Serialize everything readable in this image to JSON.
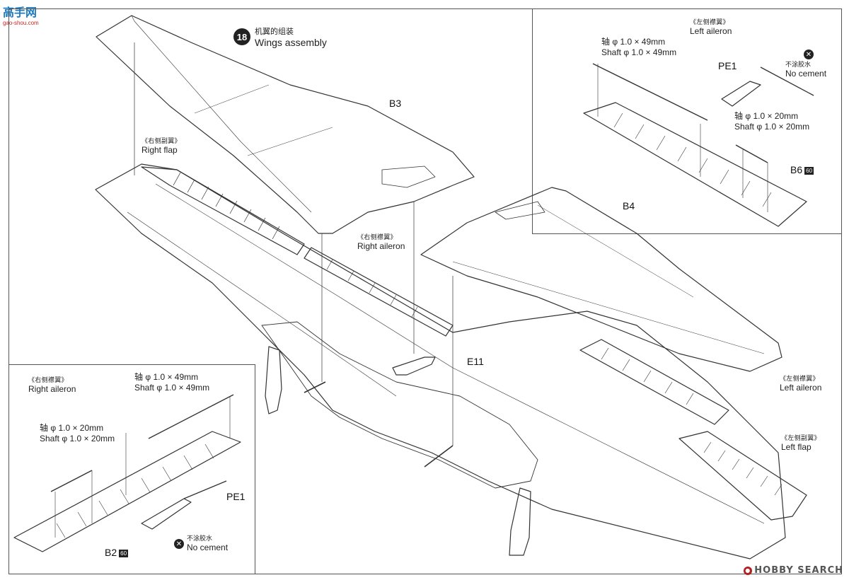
{
  "watermark": {
    "title": "高手网",
    "subtitle": "gao-shou.com",
    "corner": "HOBBY SEARCH"
  },
  "step": {
    "number": "18",
    "title_cn": "机翼的组装",
    "title_en": "Wings assembly"
  },
  "parts": {
    "b3": "B3",
    "b4": "B4",
    "b6": "B6",
    "b6_badge": "60",
    "b2": "B2",
    "b2_badge": "60",
    "e11": "E11",
    "pe1_top": "PE1",
    "pe1_bottom": "PE1"
  },
  "labels": {
    "right_flap_cn": "《右侧副翼》",
    "right_flap_en": "Right flap",
    "right_aileron_cn": "《右侧襟翼》",
    "right_aileron_en": "Right aileron",
    "left_aileron_top_cn": "《左侧襟翼》",
    "left_aileron_top_en": "Left aileron",
    "left_aileron_cn": "《左侧襟翼》",
    "left_aileron_en": "Left aileron",
    "left_flap_cn": "《左侧副翼》",
    "left_flap_en": "Left flap",
    "inset_right_aileron_cn": "《右侧襟翼》",
    "inset_right_aileron_en": "Right aileron"
  },
  "shafts": {
    "top_long_cn": "轴 φ 1.0 × 49mm",
    "top_long_en": "Shaft φ 1.0 × 49mm",
    "top_short_cn": "轴 φ 1.0 × 20mm",
    "top_short_en": "Shaft φ 1.0 × 20mm",
    "bottom_long_cn": "轴 φ 1.0 × 49mm",
    "bottom_long_en": "Shaft φ 1.0 × 49mm",
    "bottom_short_cn": "轴 φ 1.0 × 20mm",
    "bottom_short_en": "Shaft φ 1.0 × 20mm"
  },
  "no_cement": {
    "top_cn": "不涂胶水",
    "top_en": "No cement",
    "bottom_cn": "不涂胶水",
    "bottom_en": "No cement"
  }
}
